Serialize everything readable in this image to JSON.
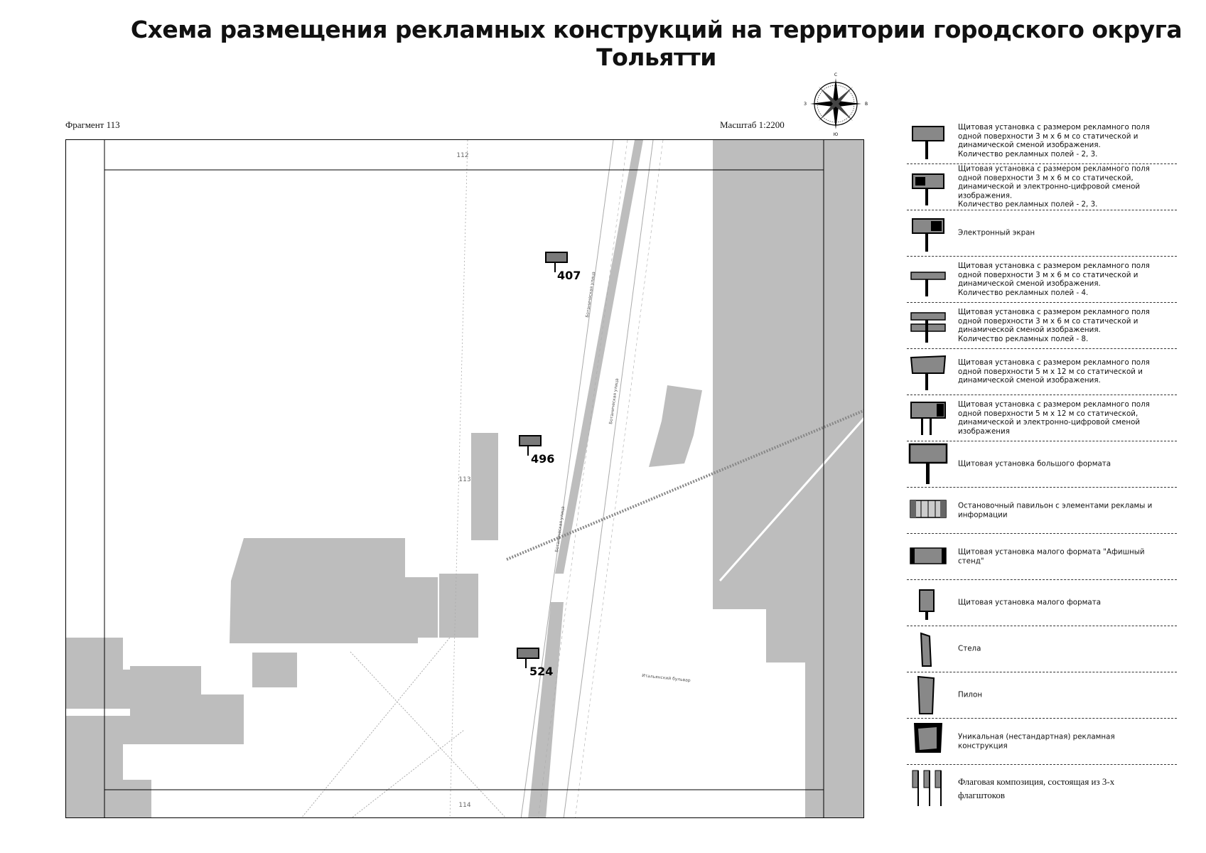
{
  "header": {
    "title": "Схема размещения рекламных конструкций на территории городского округа Тольятти",
    "fragment": "Фрагмент 113",
    "scale": "Масштаб 1:2200"
  },
  "compass": {
    "north": "С",
    "south": "Ю",
    "west": "З",
    "east": "В"
  },
  "map": {
    "signs": [
      {
        "id": "407",
        "label": "407"
      },
      {
        "id": "496",
        "label": "496"
      },
      {
        "id": "524",
        "label": "524"
      }
    ],
    "block_numbers": [
      "112",
      "113",
      "114"
    ],
    "streets": {
      "boulevard": "Итальянский бульвар",
      "main_street": "Ботаническая улица"
    },
    "colors": {
      "building": "#bdbdbd",
      "road": "#ffffff",
      "sign": "#7a7a7a",
      "frame": "#000000"
    }
  },
  "legend": {
    "items": [
      {
        "icon": "billboard-3x6-icon",
        "text": "Щитовая установка с размером рекламного поля\nодной поверхности 3 м х 6 м со статической и\nдинамической сменой изображения.\nКоличество рекламных полей - 2, 3."
      },
      {
        "icon": "billboard-3x6-digital-icon",
        "text": "Щитовая установка с размером рекламного поля\nодной поверхности 3 м х 6 м со статической,\nдинамической и электронно-цифровой сменой\nизображения.\nКоличество рекламных полей - 2, 3."
      },
      {
        "icon": "electronic-screen-icon",
        "text": "Электронный экран"
      },
      {
        "icon": "billboard-4-fields-icon",
        "text": "Щитовая установка с размером рекламного поля\nодной поверхности 3 м х 6 м со статической и\nдинамической сменой изображения.\nКоличество рекламных полей - 4."
      },
      {
        "icon": "billboard-8-fields-icon",
        "text": "Щитовая установка с размером рекламного поля\nодной поверхности 3 м х 6 м со статической и\nдинамической сменой изображения.\nКоличество рекламных полей - 8."
      },
      {
        "icon": "billboard-5x12-icon",
        "text": "Щитовая установка с размером рекламного поля\nодной поверхности 5 м х 12 м со статической и\nдинамической сменой изображения."
      },
      {
        "icon": "billboard-5x12-digital-icon",
        "text": "Щитовая установка с размером рекламного поля\nодной поверхности 5 м х 12 м со статической,\nдинамической и электронно-цифровой сменой\nизображения"
      },
      {
        "icon": "large-format-billboard-icon",
        "text": "Щитовая установка большого формата"
      },
      {
        "icon": "bus-stop-pavilion-icon",
        "text": "Остановочный павильон с элементами рекламы и\nинформации"
      },
      {
        "icon": "poster-stand-icon",
        "text": "Щитовая установка малого формата \"Афишный\nстенд\""
      },
      {
        "icon": "small-format-billboard-icon",
        "text": "Щитовая установка малого формата"
      },
      {
        "icon": "stela-icon",
        "text": "Стела"
      },
      {
        "icon": "pylon-icon",
        "text": "Пилон"
      },
      {
        "icon": "unique-structure-icon",
        "text": "Уникальная (нестандартная) рекламная\nконструкция"
      },
      {
        "icon": "flag-composition-icon",
        "text": "Флаговая композиция, состоящая из 3-х\nфлагштоков"
      }
    ]
  }
}
